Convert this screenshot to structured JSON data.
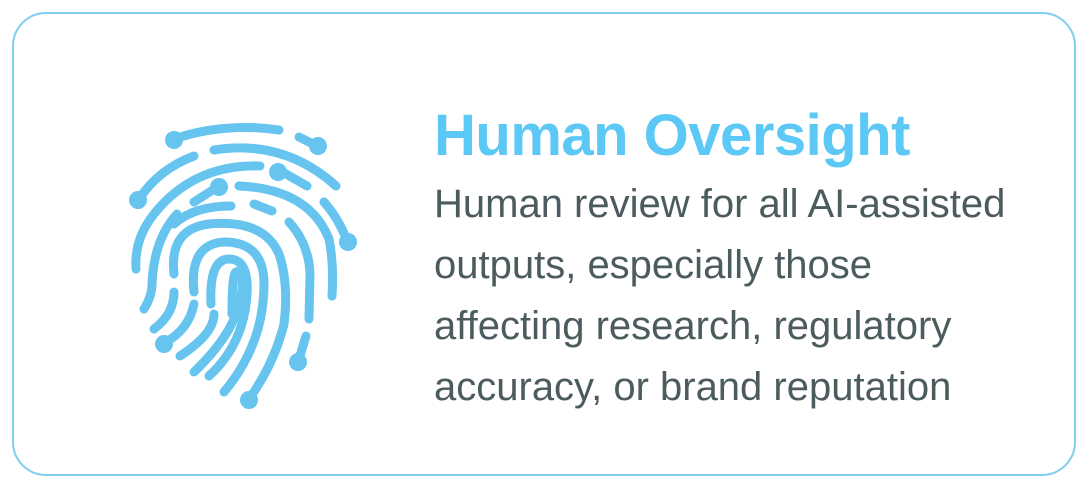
{
  "title": "Human Oversight",
  "body_lines": [
    "Human review for all AI-assisted",
    "outputs, especially those",
    "affecting research, regulatory",
    "accuracy, or brand reputation"
  ],
  "icon": "fingerprint-icon",
  "colors": {
    "accent": "#5bc8f5",
    "text": "#4b5b5e",
    "border": "#7fcdf0"
  }
}
